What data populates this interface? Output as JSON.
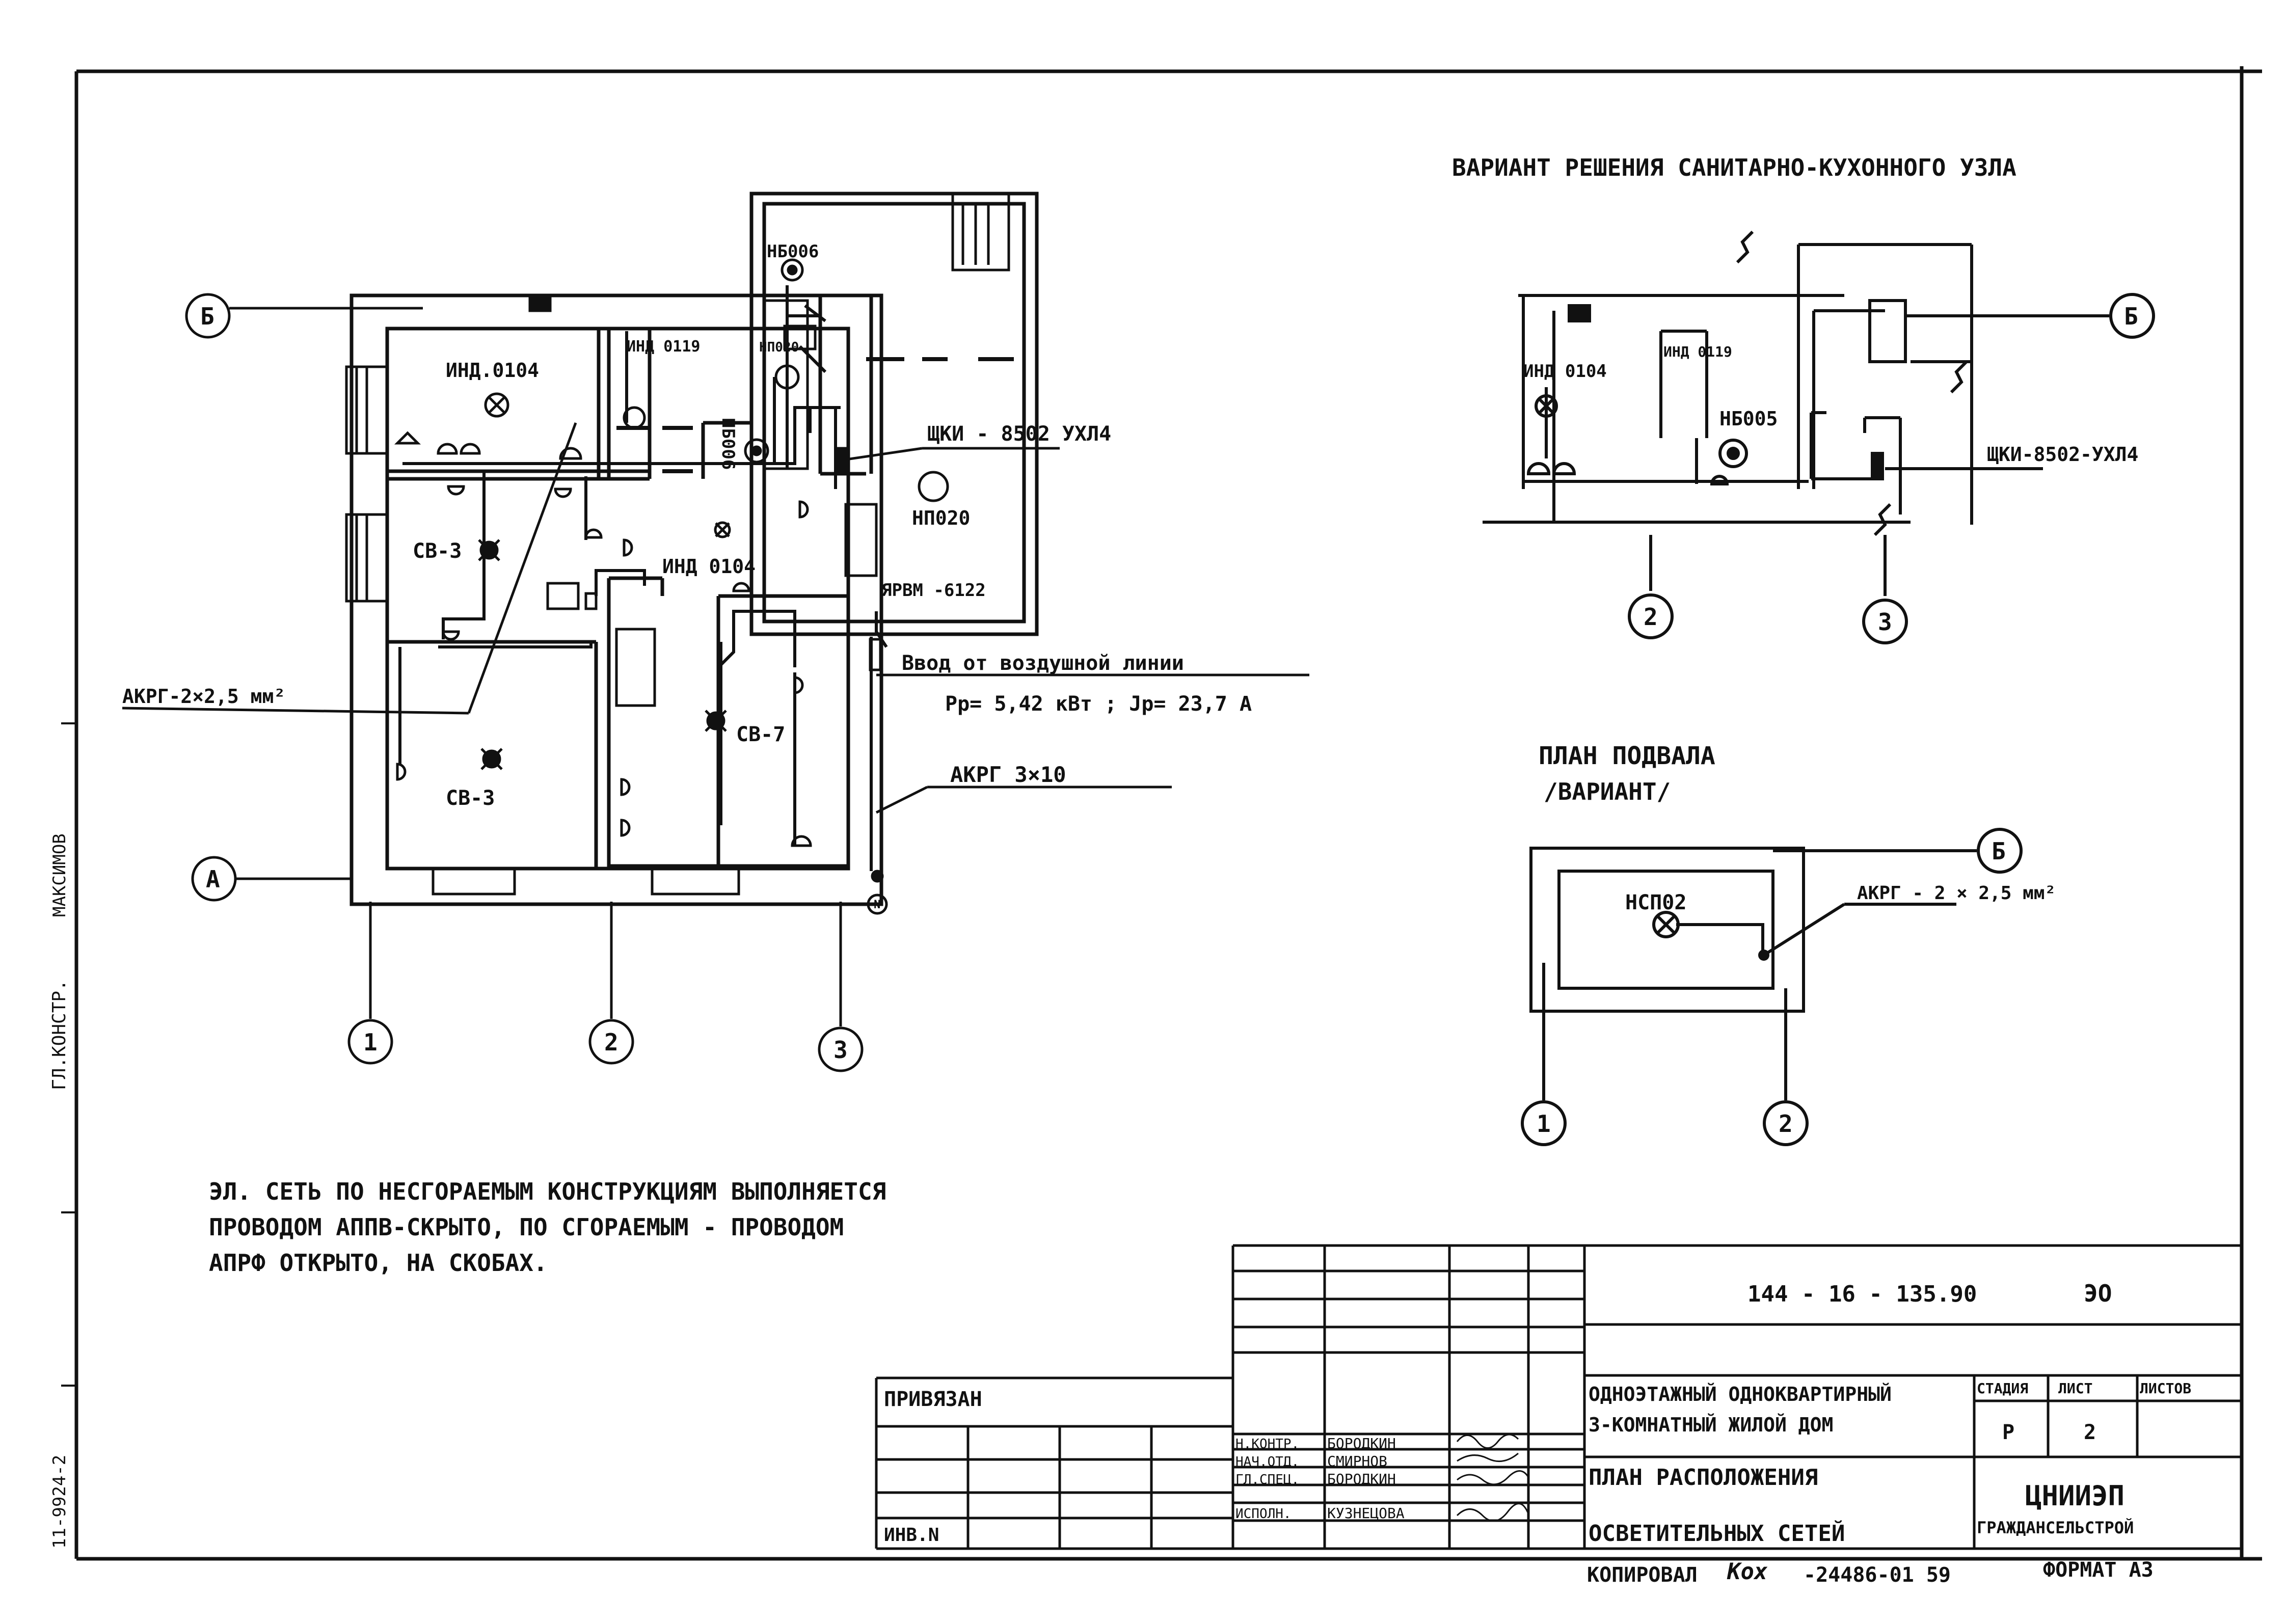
{
  "main_plan": {
    "axis_b": "Б",
    "axis_a": "А",
    "axes_bottom": [
      "1",
      "2",
      "3"
    ],
    "boiler_label": "НБ006",
    "room_labels": {
      "ind0104_top": "ИНД.0104",
      "ind0119": "ИНД 0119",
      "np020_small": "НП020",
      "nb006_vertical": "НБ006",
      "np020": "НП020",
      "ind0104_mid": "ИНД 0104",
      "sv3_left": "СВ-3",
      "sv3_bottom": "СВ-3",
      "sv7": "СВ-7",
      "neutral": "N"
    },
    "panel_label": "ЩКИ - 8502 УХЛ4",
    "switch_label": "ЯРВМ -6122",
    "cable_small_label": "АКРГ-2×2,5 мм²",
    "feed_title": "Ввод от воздушной линии",
    "feed_values": "Рр= 5,42 кВт ;   Jр= 23,7 А",
    "cable_big_label": "АКРГ 3×10"
  },
  "variant_plan": {
    "title": "ВАРИАНТ РЕШЕНИЯ САНИТАРНО-КУХОННОГО УЗЛА",
    "axis_b": "Б",
    "axes_bottom": [
      "2",
      "3"
    ],
    "ind0104": "ИНД 0104",
    "ind0119": "ИНД 0119",
    "nb005": "НБ005",
    "panel_label": "ЩКИ-8502-УХЛ4"
  },
  "basement_plan": {
    "title": "ПЛАН ПОДВАЛА",
    "subtitle": "/ВАРИАНТ/",
    "axis_b": "Б",
    "axes_bottom": [
      "1",
      "2"
    ],
    "lamp_label": "НСП02",
    "cable_label": "АКРГ - 2 × 2,5 мм²"
  },
  "notes": {
    "line1": "ЭЛ. СЕТЬ ПО НЕСГОРАЕМЫМ КОНСТРУКЦИЯМ ВЫПОЛНЯЕТСЯ",
    "line2": "ПРОВОДОМ АППВ-СКРЫТО, ПО СГОРАЕМЫМ - ПРОВОДОМ",
    "line3": "АПРФ ОТКРЫТО, НА СКОБАХ."
  },
  "side_stamp": {
    "role": "ГЛ.КОНСТР.",
    "name": "МАКСИМОВ",
    "number": "11-9924-2"
  },
  "title_block": {
    "privyazan": "ПРИВЯЗАН",
    "inv_no": "ИНВ.N",
    "doc_code": "144 - 16 - 135.90",
    "doc_mark": "ЭО",
    "project_line1": "ОДНОЭТАЖНЫЙ ОДНОКВАРТИРНЫЙ",
    "project_line2": "3-КОМНАТНЫЙ ЖИЛОЙ ДОМ",
    "sheet_line1": "ПЛАН РАСПОЛОЖЕНИЯ",
    "sheet_line2": "ОСВЕТИТЕЛЬНЫХ СЕТЕЙ",
    "stage_header": "СТАДИЯ",
    "sheet_header": "ЛИСТ",
    "sheets_header": "ЛИСТОВ",
    "stage_value": "Р",
    "sheet_value": "2",
    "org_line1": "ЦНИИЭП",
    "org_line2": "ГРАЖДАНСЕЛЬСТРОЙ",
    "signatures": [
      {
        "role": "Н.КОНТР.",
        "name": "БОРОДКИН"
      },
      {
        "role": "НАЧ.ОТД.",
        "name": "СМИРНОВ"
      },
      {
        "role": "ГЛ.СПЕЦ.",
        "name": "БОРОДКИН"
      },
      {
        "role": "ИСПОЛН.",
        "name": "КУЗНЕЦОВА"
      }
    ]
  },
  "footer": {
    "copied": "КОПИРОВАЛ",
    "copier": "Кох",
    "serial": "-24486-01 59",
    "format": "ФОРМАТ А3"
  }
}
